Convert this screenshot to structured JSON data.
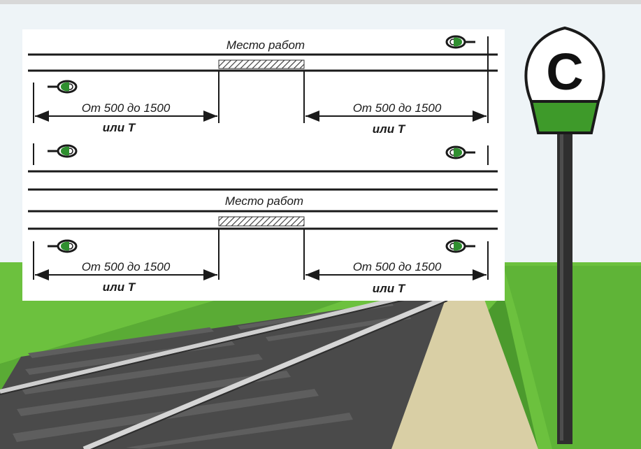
{
  "diagram": {
    "top_panel": {
      "work_site_label": "Место работ",
      "left_distance": "От 500 до 1500",
      "left_or": "или Т",
      "right_distance": "От 500 до 1500",
      "right_or": "или Т"
    },
    "bottom_panel": {
      "work_site_label": "Место работ",
      "left_distance": "От 500 до 1500",
      "left_or": "или Т",
      "right_distance": "От 500 до 1500",
      "right_or": "или Т"
    },
    "sign_letter": "С"
  },
  "colors": {
    "grass": "#6cc13e",
    "grass_dark": "#4e9a2c",
    "sign_green": "#3e9a2a",
    "rail_dark": "#2e2e2e",
    "ballast": "#4a4a4a",
    "path_sand": "#d8cfa4",
    "sky": "#e9f1f6"
  },
  "icons": [
    "signal-light-icon",
    "hatched-work-zone",
    "dimension-arrow"
  ]
}
